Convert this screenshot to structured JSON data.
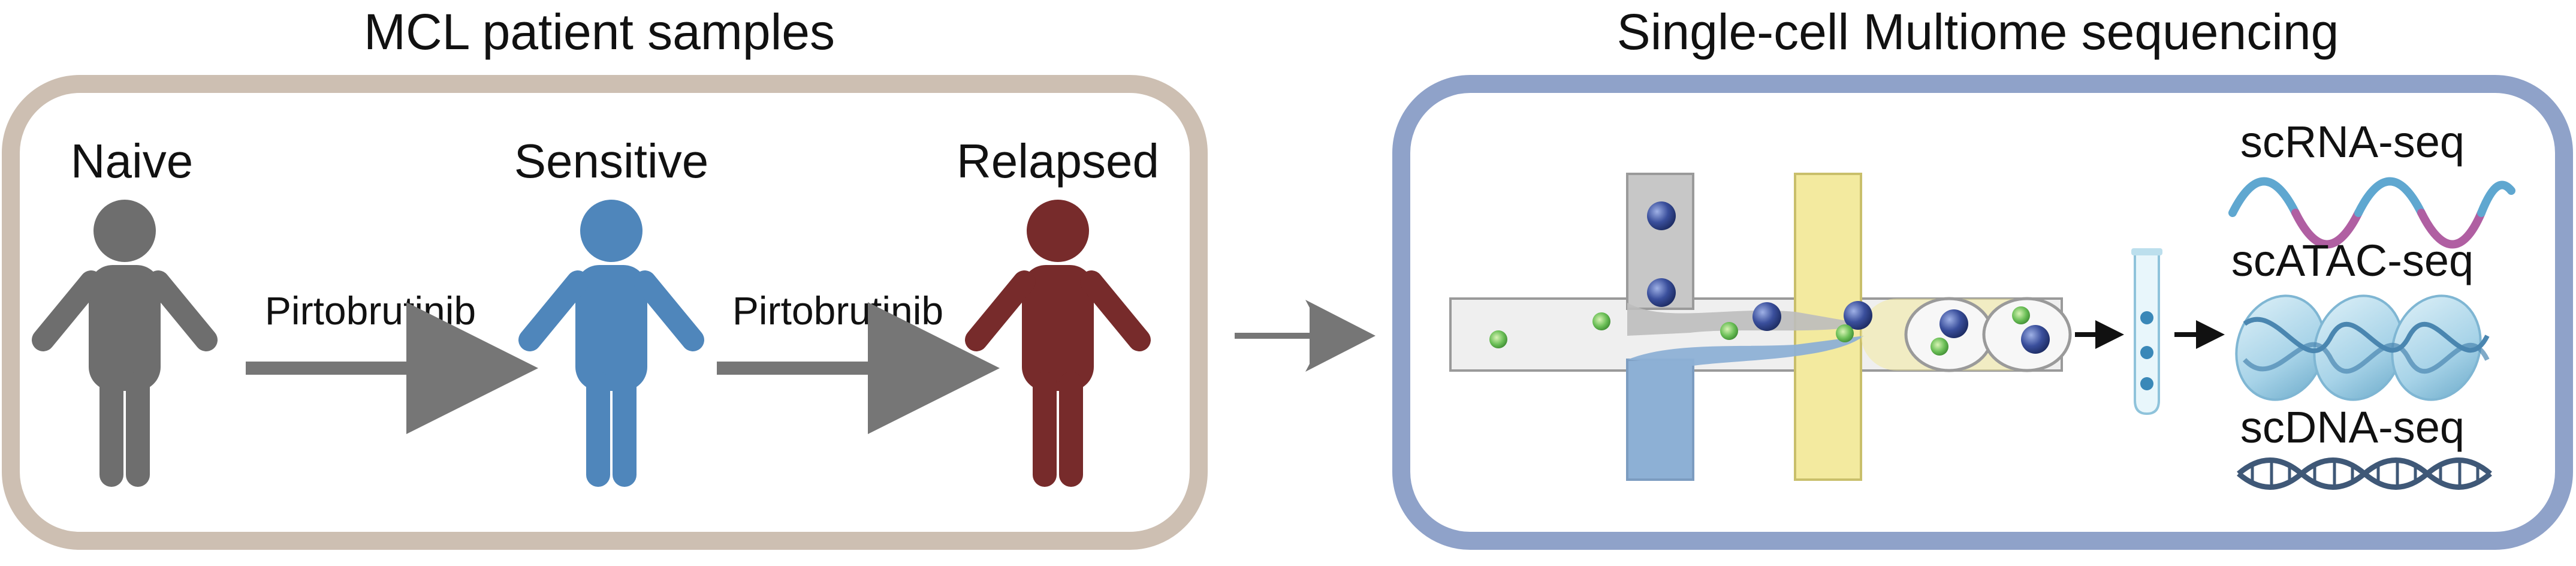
{
  "left_panel": {
    "title": "MCL patient samples",
    "stages": [
      {
        "label": "Naive",
        "color": "#6e6e6e"
      },
      {
        "label": "Sensitive",
        "color": "#4f86bb"
      },
      {
        "label": "Relapsed",
        "color": "#772b2b"
      }
    ],
    "treatments": [
      "Pirtobrutinib",
      "Pirtobrutinib"
    ],
    "border_color": "#cdbfb2"
  },
  "right_panel": {
    "title": "Single-cell Multiome sequencing",
    "border_color": "#8fa2c9",
    "outputs": [
      "scRNA-seq",
      "scATAC-seq",
      "scDNA-seq"
    ]
  },
  "colors": {
    "arrow_gray": "#767676",
    "channel_gray": "#c7c7c7",
    "channel_yellow": "#f3ea9f",
    "channel_blue": "#8db0d5",
    "cell_green": "#6bbf57",
    "bead_blue": "#3a4f9c",
    "rna_pink": "#b05fa2",
    "rna_blue": "#5fa7d0",
    "dna_navy": "#3f5877"
  }
}
